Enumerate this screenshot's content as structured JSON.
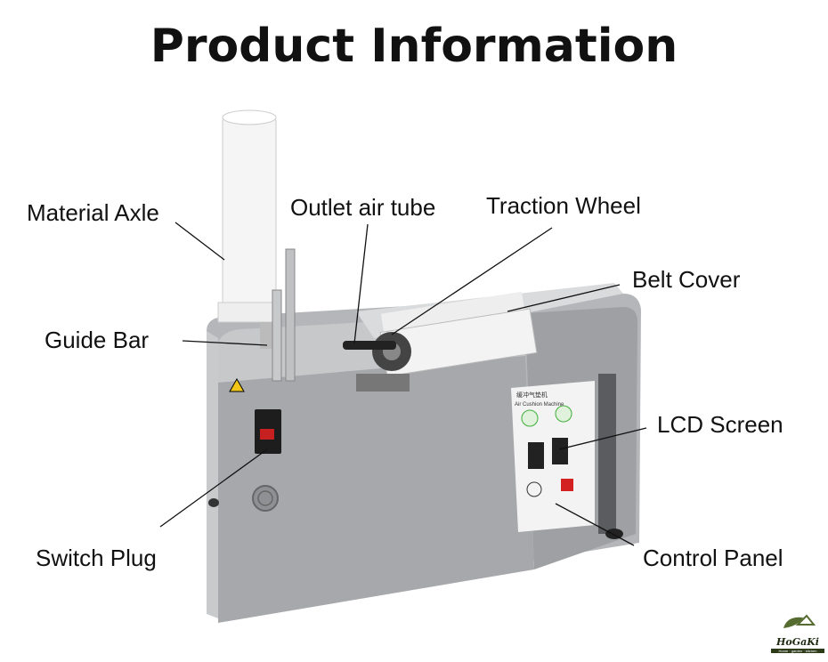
{
  "title": "Product Information",
  "labels": {
    "material_axle": "Material Axle",
    "outlet_air_tube": "Outlet air tube",
    "traction_wheel": "Traction Wheel",
    "belt_cover": "Belt Cover",
    "guide_bar": "Guide Bar",
    "lcd_screen": "LCD Screen",
    "switch_plug": "Switch Plug",
    "control_panel": "Control Panel"
  },
  "panel": {
    "title_cn": "缓冲气垫机",
    "title_en": "Air Cushion Machine"
  },
  "logo": {
    "name": "HoGaKi",
    "tagline": "Home · garden · kitchen"
  },
  "colors": {
    "body": "#a9abae",
    "panel": "#f2f2f2",
    "accent": "#d32020",
    "green": "#3fae3a"
  }
}
